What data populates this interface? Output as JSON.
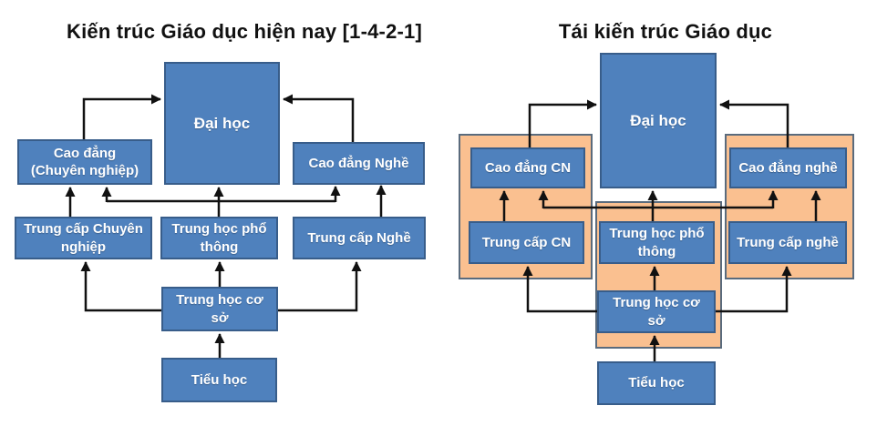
{
  "colors": {
    "background": "#FFFFFF",
    "title": "#111111",
    "node_fill": "#4F81BD",
    "node_border": "#385D8A",
    "panel_fill": "#FAC090",
    "panel_border": "#5A6B7D",
    "arrow": "#111111"
  },
  "left": {
    "title": "Kiến trúc Giáo dục hiện nay [1-4-2-1]",
    "boxes": {
      "dai_hoc": "Đại học",
      "cao_dang_cn": "Cao đẳng\n(Chuyên nghiệp)",
      "cao_dang_nghe": "Cao đẳng Nghề",
      "trung_cap_cn": "Trung cấp Chuyên\nnghiệp",
      "thpt": "Trung học phổ\nthông",
      "trung_cap_nghe": "Trung cấp Nghề",
      "thcs": "Trung học cơ\nsở",
      "tieu_hoc": "Tiểu học"
    },
    "edges": [
      {
        "from": "Cao đẳng (Chuyên nghiệp)",
        "to": "Đại học"
      },
      {
        "from": "Cao đẳng Nghề",
        "to": "Đại học"
      },
      {
        "from": "Trung cấp Chuyên nghiệp",
        "to": "Cao đẳng (Chuyên nghiệp)"
      },
      {
        "from": "Trung học phổ thông",
        "to": "Đại học"
      },
      {
        "from": "Trung học phổ thông",
        "to": "Cao đẳng (Chuyên nghiệp)"
      },
      {
        "from": "Trung học phổ thông",
        "to": "Cao đẳng Nghề"
      },
      {
        "from": "Trung cấp Nghề",
        "to": "Cao đẳng Nghề"
      },
      {
        "from": "Trung học cơ sở",
        "to": "Trung cấp Chuyên nghiệp"
      },
      {
        "from": "Trung học cơ sở",
        "to": "Trung học phổ thông"
      },
      {
        "from": "Trung học cơ sở",
        "to": "Trung cấp Nghề"
      },
      {
        "from": "Tiểu học",
        "to": "Trung học cơ sở"
      }
    ]
  },
  "right": {
    "title": "Tái kiến trúc Giáo dục",
    "boxes": {
      "dai_hoc": "Đại học",
      "cao_dang_cn": "Cao đẳng CN",
      "cao_dang_nghe": "Cao đẳng nghề",
      "trung_cap_cn": "Trung cấp CN",
      "thpt": "Trung học phổ\nthông",
      "trung_cap_nghe": "Trung cấp nghề",
      "thcs": "Trung học cơ\nsở",
      "tieu_hoc": "Tiểu học"
    },
    "edges": [
      {
        "from": "Cao đẳng CN",
        "to": "Đại học"
      },
      {
        "from": "Cao đẳng nghề",
        "to": "Đại học"
      },
      {
        "from": "Trung cấp CN",
        "to": "Cao đẳng CN"
      },
      {
        "from": "Trung học phổ thông",
        "to": "Đại học"
      },
      {
        "from": "Trung học phổ thông",
        "to": "Cao đẳng CN"
      },
      {
        "from": "Trung học phổ thông",
        "to": "Cao đẳng nghề"
      },
      {
        "from": "Trung cấp nghề",
        "to": "Cao đẳng nghề"
      },
      {
        "from": "Trung học cơ sở",
        "to": "Trung cấp CN"
      },
      {
        "from": "Trung học cơ sở",
        "to": "Trung học phổ thông"
      },
      {
        "from": "Trung học cơ sở",
        "to": "Trung cấp nghề"
      },
      {
        "from": "Tiểu học",
        "to": "Trung học cơ sở"
      }
    ]
  }
}
